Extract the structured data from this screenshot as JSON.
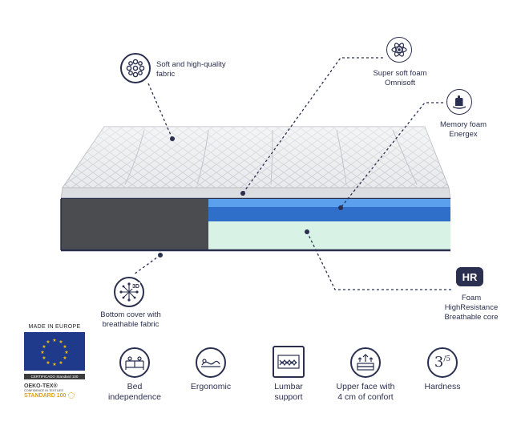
{
  "callouts": {
    "fabric": {
      "label_line1": "Soft and high-quality",
      "label_line2": "fabric",
      "icon": "fabric-circles-icon"
    },
    "omnisoft": {
      "label_line1": "Super soft foam",
      "label_line2": "Omnisoft",
      "icon": "atom-icon"
    },
    "energex": {
      "label_line1": "Memory foam",
      "label_line2": "Energex",
      "icon": "hand-press-icon"
    },
    "hr": {
      "badge": "HR",
      "label_line1": "Foam",
      "label_line2": "HighResistance",
      "label_line3": "Breathable core"
    },
    "bottom_cover": {
      "label_line1": "Bottom cover with",
      "label_line2": "breathable fabric",
      "icon": "3d-cover-icon",
      "icon_text": "3D"
    }
  },
  "certifications": {
    "eu_title": "MADE IN EUROPE",
    "oeko_small": "CERTIFICADO Standard 100",
    "oeko_brand": "OEKO-TEX®",
    "oeko_tag": "CONFIDENCE IN TEXTILES",
    "oeko_standard": "STANDARD 100"
  },
  "features": [
    {
      "line1": "Bed",
      "line2": "independence",
      "icon": "bed-independence-icon"
    },
    {
      "line1": "Ergonomic",
      "line2": "",
      "icon": "ergonomic-icon"
    },
    {
      "line1": "Lumbar",
      "line2": "support",
      "icon": "lumbar-support-icon"
    },
    {
      "line1": "Upper face with",
      "line2": "4 cm of confort",
      "icon": "upper-face-icon"
    },
    {
      "line1": "Hardness",
      "line2": "",
      "icon": "hardness-icon",
      "hardness_value": "3",
      "hardness_scale": "/5"
    }
  ],
  "colors": {
    "navy": "#2b3050",
    "foam_blue_light": "#5aa0ec",
    "foam_blue_dark": "#2f6fc9",
    "foam_green": "#d8f2e6",
    "side_grey": "#4a4c50",
    "eu_blue": "#1f3a8a",
    "eu_star": "#f2c200"
  }
}
